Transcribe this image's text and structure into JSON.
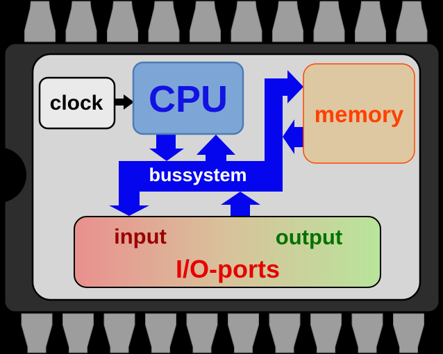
{
  "nodes": {
    "clock": {
      "label": "clock"
    },
    "cpu": {
      "label": "CPU"
    },
    "memory": {
      "label": "memory"
    },
    "bus": {
      "label": "bussystem"
    },
    "io_ports": {
      "label": "I/O-ports",
      "input_label": "input",
      "output_label": "output"
    }
  },
  "colors": {
    "background": "#000000",
    "chip_body": "#2d2d2d",
    "chip_border": "#000000",
    "chip_panel": "#d6d6d6",
    "pin_gray": "#9d9d9d",
    "pin_edge": "#7e7e7e",
    "notch_black": "#000000",
    "bus_blue": "#0505ee",
    "clock_fill": "#eaeaea",
    "clock_text": "#000000",
    "clock_arrow_black": "#000000",
    "cpu_fill": "#7da6d7",
    "cpu_border": "#4c7cb3",
    "cpu_text": "#1212e2",
    "memory_fill": "#dec8a1",
    "memory_border": "#ff4500",
    "memory_text": "#ff4000",
    "bus_text": "#ffffff",
    "io_gradient_left": "#e9908e",
    "io_gradient_mid": "#d8c29b",
    "io_gradient_right": "#b9e49b",
    "input_text": "#990000",
    "output_text": "#007200",
    "io_ports_text": "#e60000"
  }
}
